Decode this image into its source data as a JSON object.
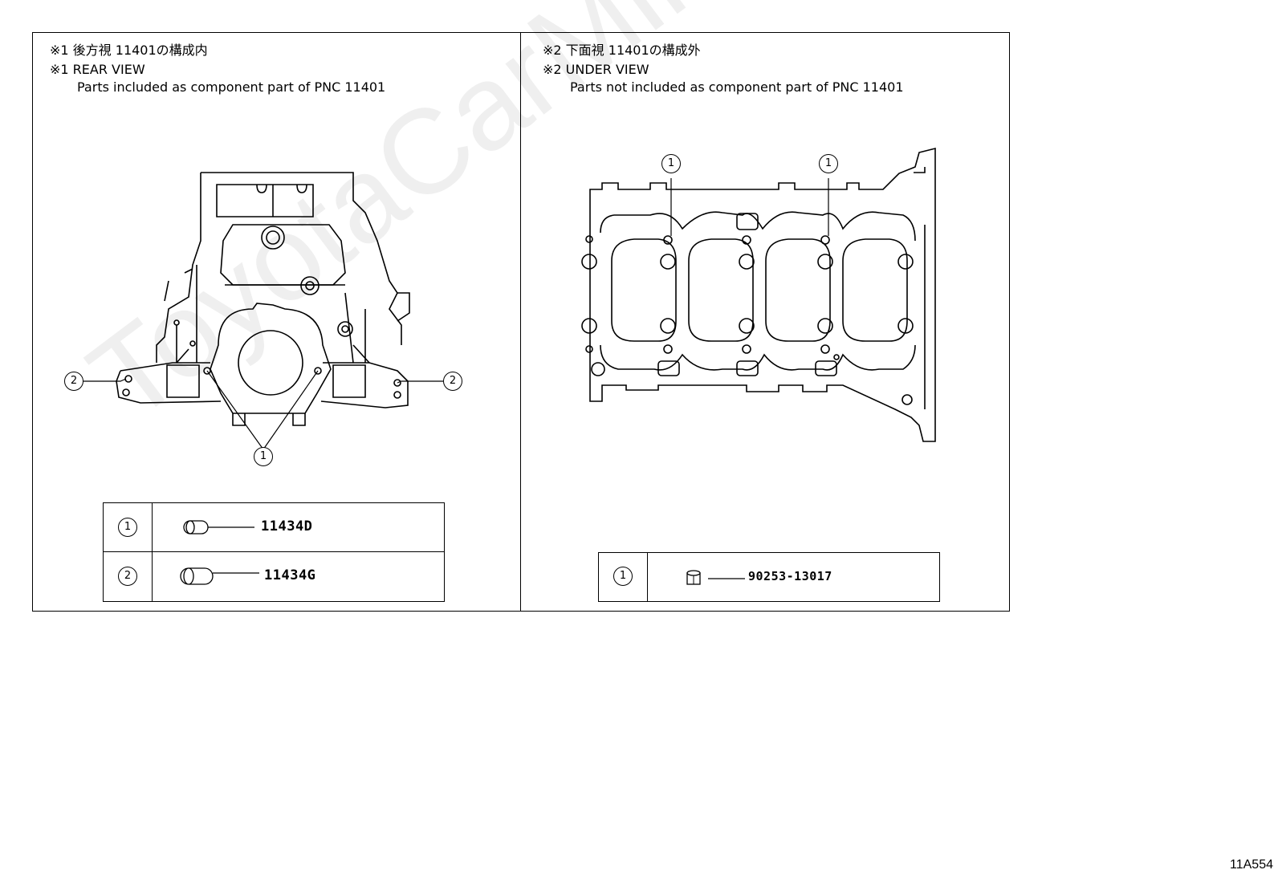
{
  "left_panel": {
    "header_jp": "※1 後方視 11401の構成内",
    "header_en": "※1 REAR VIEW",
    "subtitle": "Parts included as component part of PNC 11401",
    "callouts": {
      "c1": "1",
      "c2": "2"
    },
    "parts": [
      {
        "ref": "1",
        "part_no": "11434D",
        "icon": "dowel-pin-icon"
      },
      {
        "ref": "2",
        "part_no": "11434G",
        "icon": "dowel-pin-icon"
      }
    ]
  },
  "right_panel": {
    "header_jp": "※2 下面視 11401の構成外",
    "header_en": "※2 UNDER VIEW",
    "subtitle": "Parts not included as component part of PNC 11401",
    "callouts": {
      "c1": "1"
    },
    "parts": [
      {
        "ref": "1",
        "part_no": "90253-13017",
        "icon": "ring-dowel-icon"
      }
    ]
  },
  "watermark": "ToyotaCarMine.ru",
  "diagram_code": "11A554"
}
